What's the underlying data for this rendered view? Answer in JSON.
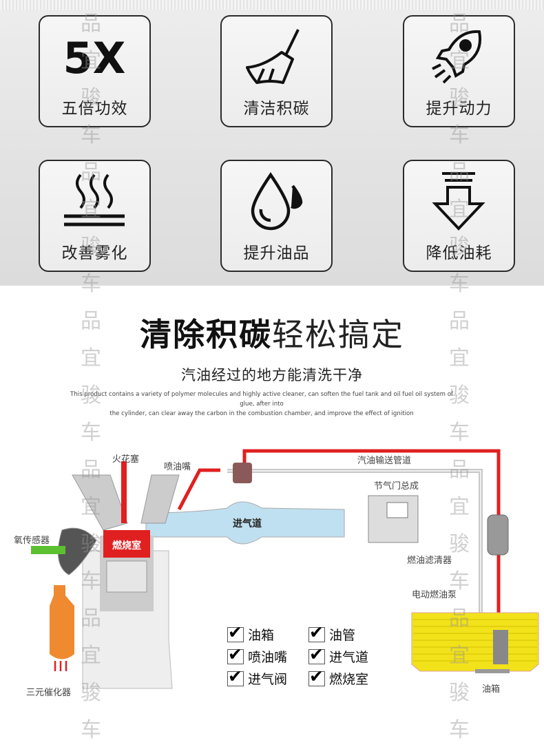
{
  "features": [
    {
      "label": "五倍功效",
      "icon": "5x-icon",
      "icon_text": "5X"
    },
    {
      "label": "清洁积碳",
      "icon": "broom-icon"
    },
    {
      "label": "提升动力",
      "icon": "rocket-icon"
    },
    {
      "label": "改善雾化",
      "icon": "steam-icon"
    },
    {
      "label": "提升油品",
      "icon": "oil-drop-icon"
    },
    {
      "label": "降低油耗",
      "icon": "down-arrow-icon"
    }
  ],
  "headline": {
    "bold": "清除积碳",
    "light": "轻松搞定"
  },
  "subtitle": "汽油经过的地方能清洗干净",
  "description": [
    "This product contains a variety of polymer molecules and highly active cleaner, can soften the fuel tank and oil fuel oil system of glue, after into",
    "the cylinder, can clear away the carbon in the combustion chamber, and improve the effect of ignition"
  ],
  "diagram": {
    "labels": {
      "spark_plug": "火花塞",
      "injector": "喷油嘴",
      "oxygen_sensor": "氧传感器",
      "combustion": "燃烧室",
      "intake": "进气道",
      "catalyst": "三元催化器",
      "fuel_line": "汽油输送管道",
      "throttle": "节气门总成",
      "filter": "燃油滤清器",
      "pump": "电动燃油泵",
      "tank": "油箱"
    },
    "checklist": [
      "油箱",
      "油管",
      "喷油嘴",
      "进气道",
      "进气阀",
      "燃烧室"
    ]
  },
  "watermark": [
    "品",
    "宜",
    "骏",
    "车"
  ],
  "colors": {
    "fuel_red": "#e02020",
    "tank_yellow": "#f2e21a",
    "intake_blue": "#bfe0f0"
  }
}
